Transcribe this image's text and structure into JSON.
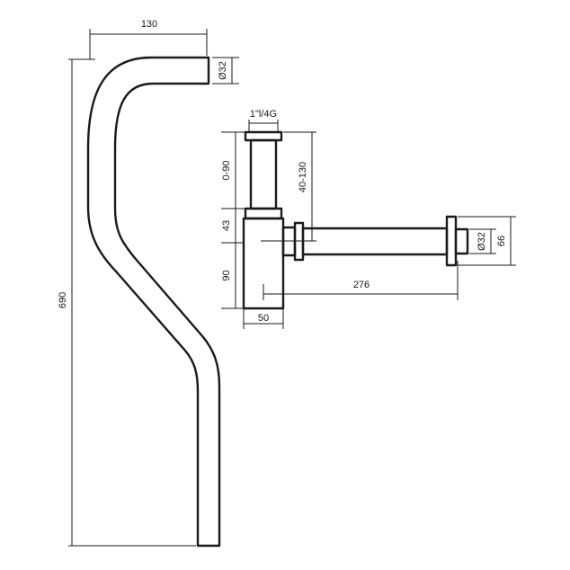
{
  "dimensions": {
    "pipe_width": "130",
    "pipe_diameter": "Ø32",
    "pipe_height": "690",
    "thread": "1\"l/4G",
    "adjust_height": "0-90",
    "collar_height": "43",
    "body_height": "90",
    "body_width": "50",
    "wall_adjust": "40-130",
    "outlet_length": "276",
    "outlet_diameter": "Ø32",
    "rosette_diameter": "66"
  }
}
